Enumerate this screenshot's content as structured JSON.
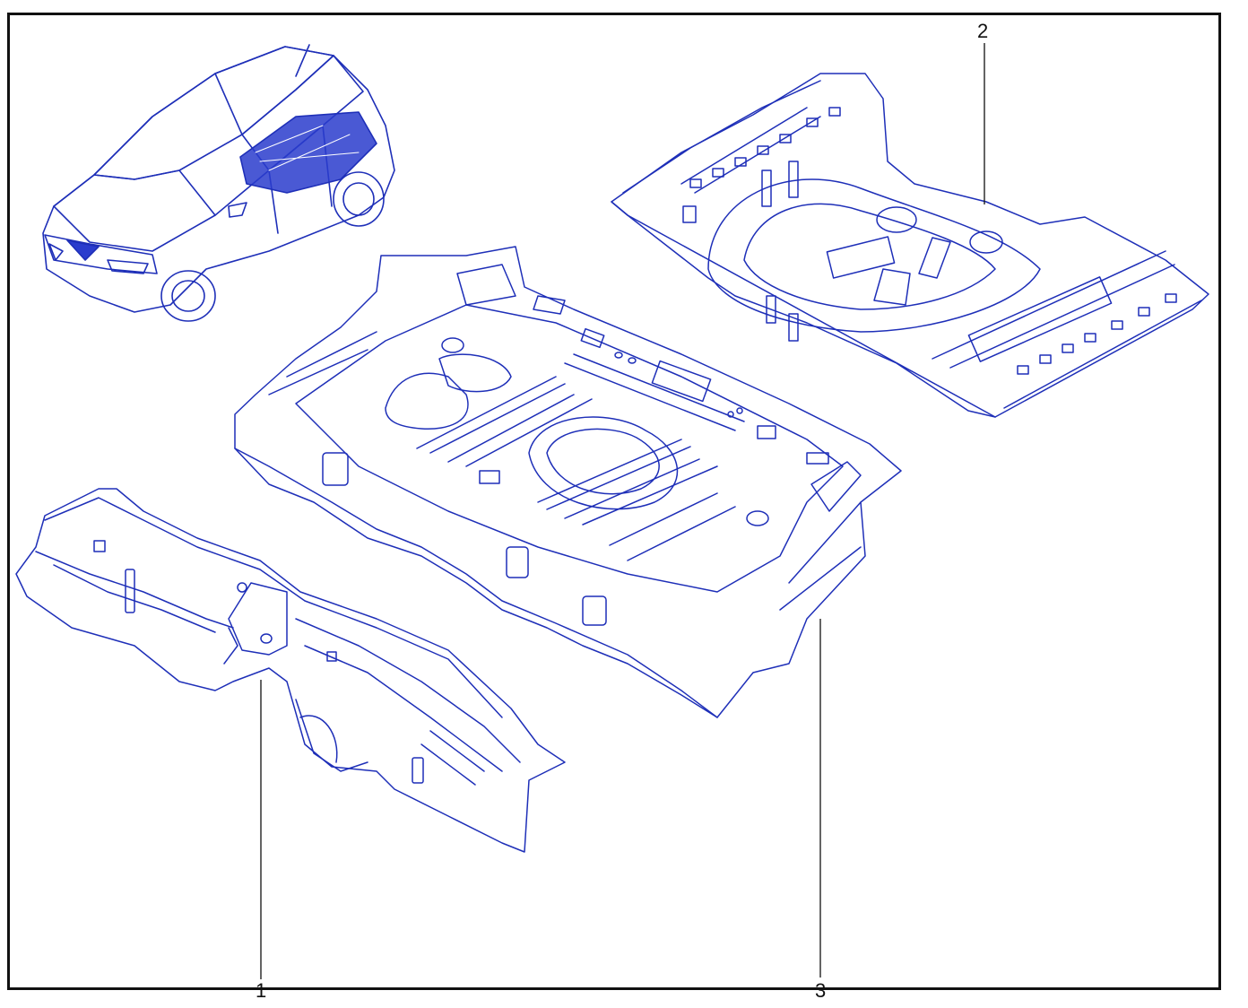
{
  "callouts": {
    "part_1": "1",
    "part_2": "2",
    "part_3": "3"
  },
  "colors": {
    "line_art": "#1e2fb8",
    "frame": "#111111",
    "background": "#ffffff"
  }
}
